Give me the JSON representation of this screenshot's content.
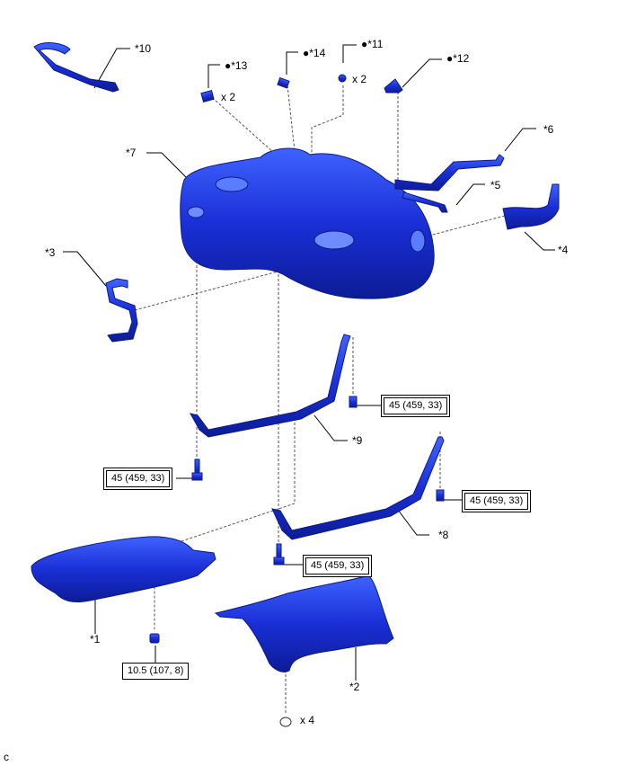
{
  "parts": [
    {
      "id": "10",
      "label": "*10",
      "marked": false
    },
    {
      "id": "13",
      "label": "*13",
      "marked": true,
      "qty": "x 2"
    },
    {
      "id": "14",
      "label": "*14",
      "marked": true
    },
    {
      "id": "11",
      "label": "*11",
      "marked": true,
      "qty": "x 2"
    },
    {
      "id": "12",
      "label": "*12",
      "marked": true
    },
    {
      "id": "7",
      "label": "*7"
    },
    {
      "id": "6",
      "label": "*6"
    },
    {
      "id": "5",
      "label": "*5"
    },
    {
      "id": "4",
      "label": "*4"
    },
    {
      "id": "3",
      "label": "*3"
    },
    {
      "id": "9",
      "label": "*9"
    },
    {
      "id": "8",
      "label": "*8"
    },
    {
      "id": "1",
      "label": "*1"
    },
    {
      "id": "2",
      "label": "*2"
    }
  ],
  "bullet": "●",
  "torques": {
    "strap9_bolt": "45 (459, 33)",
    "left_bolt": "45 (459, 33)",
    "strap8_bolt": "45 (459, 33)",
    "center_bolt": "45 (459, 33)",
    "nut": "10.5 (107, 8)"
  },
  "clip_qty": "x 4",
  "figure_code": "c",
  "colors": {
    "part_blue": "#1a2fd6",
    "part_dark": "#0a1a8a",
    "part_light": "#5a7dff"
  }
}
